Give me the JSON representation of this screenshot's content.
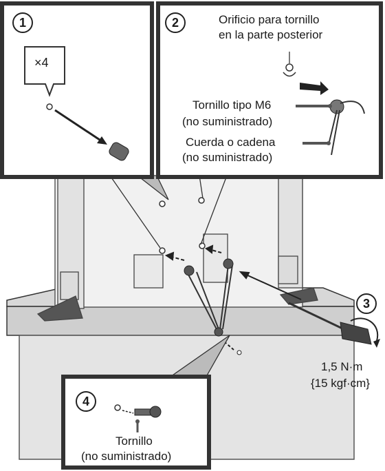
{
  "steps": {
    "one": "1",
    "two": "2",
    "three": "3",
    "four": "4"
  },
  "callout1": {
    "quantity": "×4"
  },
  "callout2": {
    "hole_line1": "Orificio para tornillo",
    "hole_line2": "en la parte posterior",
    "screw_line1": "Tornillo tipo M6",
    "screw_line2": "(no suministrado)",
    "cord_line1": "Cuerda o cadena",
    "cord_line2": "(no suministrado)"
  },
  "torque": {
    "line1": "1,5 N·m",
    "line2": "{15 kgf·cm}"
  },
  "callout4": {
    "screw_line1": "Tornillo",
    "screw_line2": "(no suministrado)"
  }
}
